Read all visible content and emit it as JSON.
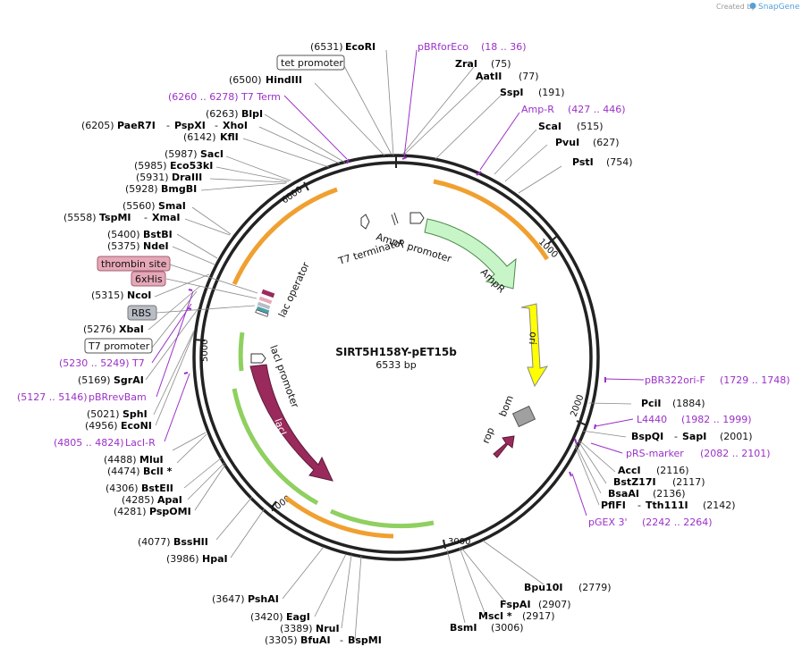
{
  "credit": {
    "prefix": "Created by",
    "brand": "SnapGene"
  },
  "plasmid": {
    "name": "SIRT5H158Y-pET15b",
    "size": "6533 bp"
  },
  "ticks": [
    "1000",
    "2000",
    "3000",
    "4000",
    "5000",
    "6000"
  ],
  "features_on_map": {
    "ampr_promoter": "AmpR promoter",
    "ampr": "AmpR",
    "ori": "ori",
    "bom": "bom",
    "rop": "rop",
    "laci": "lacI",
    "laci_promoter": "lacI promoter",
    "lac_operator": "lac operator",
    "t7_terminator": "T7 terminator"
  },
  "labels": [
    {
      "pos": "(6531)",
      "name": "EcoRI"
    },
    {
      "primer": "pBRforEco",
      "range": "(18 .. 36)"
    },
    {
      "name": "ZraI",
      "pos": "(75)"
    },
    {
      "name": "AatII",
      "pos": "(77)"
    },
    {
      "name": "SspI",
      "pos": "(191)"
    },
    {
      "primer": "Amp-R",
      "range": "(427 .. 446)"
    },
    {
      "name": "ScaI",
      "pos": "(515)"
    },
    {
      "name": "PvuI",
      "pos": "(627)"
    },
    {
      "name": "PstI",
      "pos": "(754)"
    },
    {
      "box": "tet promoter"
    },
    {
      "pos": "(6500)",
      "name": "HindIII"
    },
    {
      "primer": "T7 Term",
      "range": "(6260 .. 6278)"
    },
    {
      "pos": "(6263)",
      "name": "BlpI"
    },
    {
      "pos": "(6205)",
      "name": "PaeR7I",
      "name2": "PspXI",
      "name3": "XhoI"
    },
    {
      "pos": "(6142)",
      "name": "KflI"
    },
    {
      "pos": "(5987)",
      "name": "SacI"
    },
    {
      "pos": "(5985)",
      "name": "Eco53kI"
    },
    {
      "pos": "(5931)",
      "name": "DraIII"
    },
    {
      "pos": "(5928)",
      "name": "BmgBI"
    },
    {
      "pos": "(5560)",
      "name": "SmaI"
    },
    {
      "pos": "(5558)",
      "name": "TspMI",
      "name2": "XmaI"
    },
    {
      "pos": "(5400)",
      "name": "BstBI"
    },
    {
      "pos": "(5375)",
      "name": "NdeI"
    },
    {
      "box": "thrombin site"
    },
    {
      "box": "6xHis"
    },
    {
      "pos": "(5315)",
      "name": "NcoI"
    },
    {
      "box": "RBS"
    },
    {
      "pos": "(5276)",
      "name": "XbaI"
    },
    {
      "box": "T7 promoter"
    },
    {
      "primer": "T7",
      "range": "(5230 .. 5249)"
    },
    {
      "pos": "(5169)",
      "name": "SgrAI"
    },
    {
      "primer": "pBRrevBam",
      "range": "(5127 .. 5146)"
    },
    {
      "pos": "(5021)",
      "name": "SphI"
    },
    {
      "pos": "(4956)",
      "name": "EcoNI"
    },
    {
      "primer": "LacI-R",
      "range": "(4805 .. 4824)"
    },
    {
      "pos": "(4488)",
      "name": "MluI"
    },
    {
      "pos": "(4474)",
      "name": "BclI *"
    },
    {
      "pos": "(4306)",
      "name": "BstEII"
    },
    {
      "pos": "(4285)",
      "name": "ApaI"
    },
    {
      "pos": "(4281)",
      "name": "PspOMI"
    },
    {
      "pos": "(4077)",
      "name": "BssHII"
    },
    {
      "pos": "(3986)",
      "name": "HpaI"
    },
    {
      "pos": "(3647)",
      "name": "PshAI"
    },
    {
      "pos": "(3420)",
      "name": "EagI"
    },
    {
      "pos": "(3389)",
      "name": "NruI"
    },
    {
      "pos": "(3305)",
      "name": "BfuAI",
      "name2": "BspMI"
    },
    {
      "name": "BsmI",
      "pos": "(3006)"
    },
    {
      "name": "MscI *",
      "pos": "(2917)"
    },
    {
      "name": "FspAI",
      "pos": "(2907)"
    },
    {
      "name": "Bpu10I",
      "pos": "(2779)"
    },
    {
      "primer": "pBR322ori-F",
      "range": "(1729 .. 1748)"
    },
    {
      "name": "PciI",
      "pos": "(1884)"
    },
    {
      "primer": "L4440",
      "range": "(1982 .. 1999)"
    },
    {
      "name": "BspQI",
      "name2": "SapI",
      "pos": "(2001)"
    },
    {
      "primer": "pRS-marker",
      "range": "(2082 .. 2101)"
    },
    {
      "name": "AccI",
      "pos": "(2116)"
    },
    {
      "name": "BstZ17I",
      "pos": "(2117)"
    },
    {
      "name": "BsaAI",
      "pos": "(2136)"
    },
    {
      "name": "PflFI",
      "name2": "Tth111I",
      "pos": "(2142)"
    },
    {
      "primer": "pGEX 3'",
      "range": "(2242 .. 2264)"
    }
  ],
  "colors": {
    "backbone": "#222222",
    "primer": "#9b30c8",
    "ampr_fill": "#c8f5c8",
    "ampr_stroke": "#4a8a4a",
    "ori_fill": "#ffff00",
    "laci_fill": "#9a2a5c",
    "orange_arc": "#f0a030",
    "green_arc": "#8fd060",
    "rop_fill": "#9a2a5c",
    "bom_fill": "#a0a0a0",
    "feature_box_pink": "#e6a8b8",
    "feature_box_grey": "#b8bcc4"
  }
}
